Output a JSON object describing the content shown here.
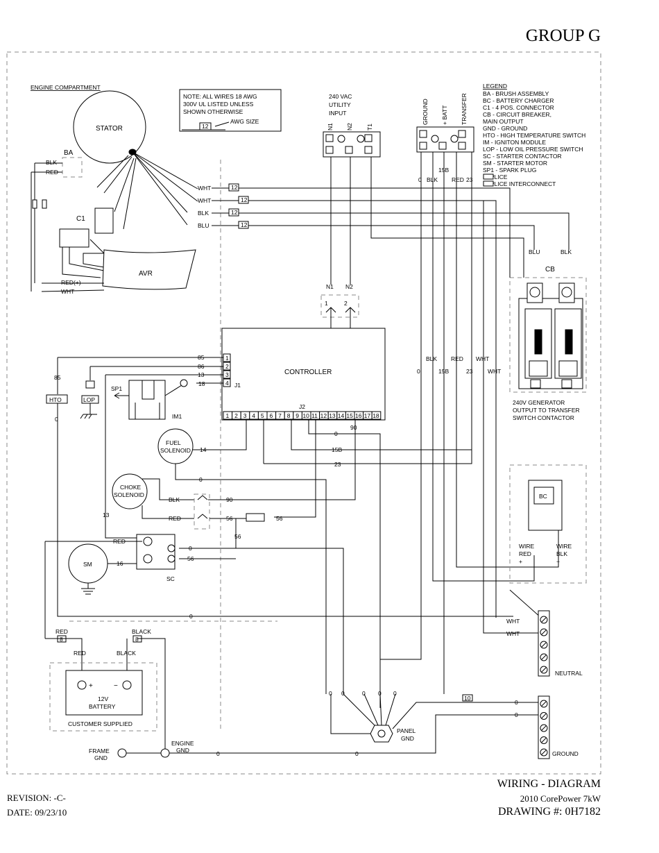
{
  "header": {
    "group": "GROUP G"
  },
  "footer": {
    "title": "WIRING - DIAGRAM",
    "model": "2010 CorePower 7kW",
    "drawing": "DRAWING #: 0H7182",
    "revision": "REVISION: -C-",
    "date": "DATE: 09/23/10"
  },
  "note": {
    "lines": [
      "NOTE: ALL WIRES 18 AWG",
      "300V UL LISTED UNLESS",
      "SHOWN OTHERWISE"
    ],
    "awg_sample": "12",
    "awg_label": "AWG SIZE"
  },
  "legend": {
    "title": "LEGEND",
    "items": [
      "BA  -  BRUSH ASSEMBLY",
      "BC  -  BATTERY CHARGER",
      "C1  -  4 POS. CONNECTOR",
      "CB  -  CIRCUIT BREAKER,",
      "            MAIN OUTPUT",
      "GND  -  GROUND",
      "HTO  -  HIGH TEMPERATURE SWITCH",
      "IM  -  IGNITON MODULE",
      "LOP  -  LOW OIL PRESSURE SWITCH",
      "SC  -  STARTER CONTACTOR",
      "SM  -  STARTER MOTOR",
      "SP1  -  SPARK PLUG",
      "          -  SPLICE",
      "          -  SPLICE INTERCONNECT"
    ]
  },
  "labels": {
    "engine_compartment": "ENGINE COMPARTMENT",
    "stator": "STATOR",
    "ba": "BA",
    "c1": "C1",
    "avr": "AVR",
    "blk": "BLK",
    "red": "RED",
    "wht": "WHT",
    "blu": "BLU",
    "red_plus": "RED(+)",
    "utility_input": [
      "240 VAC",
      "UTILITY",
      "INPUT"
    ],
    "n1": "N1",
    "n2": "N2",
    "t1": "T1",
    "n1_num": "1",
    "n2_num": "2",
    "ground": "GROUND",
    "batt": "+ BATT",
    "transfer": "TRANSFER",
    "controller": "CONTROLLER",
    "j1": "J1",
    "j2": "J2",
    "htO": "HTO",
    "lop": "LOP",
    "sp1": "SP1",
    "im1": "IM1",
    "fuel_solenoid": [
      "FUEL",
      "SOLENOID"
    ],
    "choke_solenoid": [
      "CHOKE",
      "SOLENOID"
    ],
    "sm": "SM",
    "sc": "SC",
    "cb": "CB",
    "bc": "BC",
    "gen_output": [
      "240V GENERATOR",
      "OUTPUT TO TRANSFER",
      "SWITCH CONTACTOR"
    ],
    "wire_red": [
      "WIRE",
      "RED",
      "+"
    ],
    "wire_blk": [
      "WIRE",
      "BLK",
      "−"
    ],
    "neutral": "NEUTRAL",
    "ground_bar": "GROUND",
    "panel_gnd": [
      "PANEL",
      "GND"
    ],
    "frame_gnd": [
      "FRAME",
      "GND"
    ],
    "engine_gnd": [
      "ENGINE",
      "GND"
    ],
    "battery": [
      "12V",
      "BATTERY"
    ],
    "customer_supplied": "CUSTOMER SUPPLIED",
    "black": "BLACK",
    "wire_nums": {
      "w12": "12",
      "w10": "10",
      "w8": "8",
      "w85": "85",
      "w86": "86",
      "w13": "13",
      "w18": "18",
      "w14": "14",
      "w0": "0",
      "w90": "90",
      "w56": "56",
      "w15b": "15B",
      "w23": "23",
      "w16": "16"
    },
    "j2_pins": [
      "1",
      "2",
      "3",
      "4",
      "5",
      "6",
      "7",
      "8",
      "9",
      "10",
      "11",
      "12",
      "13",
      "14",
      "15",
      "16",
      "17",
      "18"
    ],
    "j1_pins": [
      "1",
      "2",
      "3",
      "4"
    ]
  }
}
